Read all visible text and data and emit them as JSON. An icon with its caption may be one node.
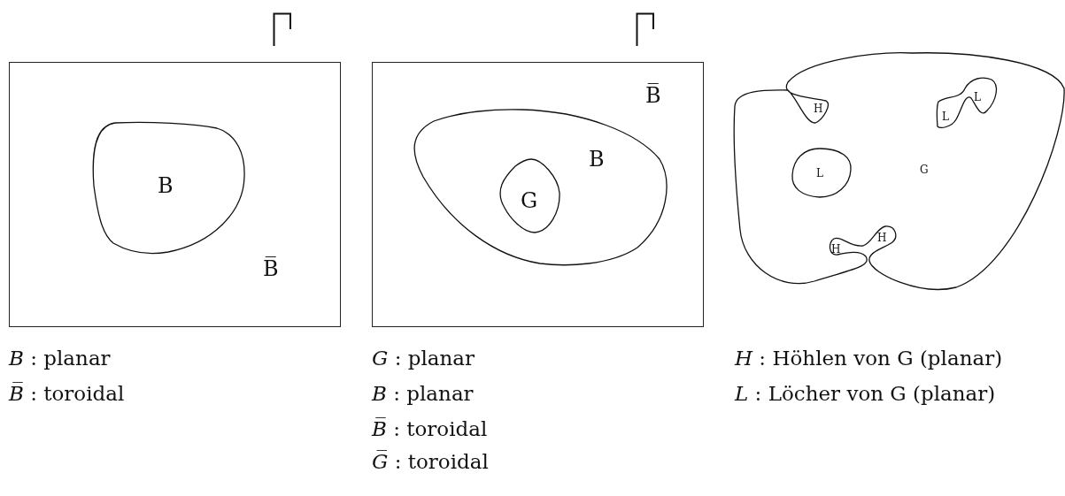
{
  "diagram": {
    "nodes": [
      {
        "text": [
          "B̅"
        ]
      },
      {
        "text": [
          "B"
        ],
        "in": 0
      },
      {
        "text": [
          "B̅"
        ]
      },
      {
        "text": [
          "B"
        ],
        "in": 2
      },
      {
        "text": [
          "G"
        ],
        "in": 3
      },
      {
        "text": [
          "G"
        ]
      },
      {
        "text": [
          "H"
        ],
        "in": 5
      },
      {
        "text": [
          "L"
        ],
        "in": 5
      },
      {
        "text": [
          "L",
          "L"
        ],
        "in": 5
      },
      {
        "text": [
          "H"
        ],
        "in": 5
      },
      {
        "text": [
          "H"
        ],
        "in": 5
      }
    ],
    "labels": [
      "*B* : planar",
      "*B̅* : toroidal",
      "*G* : planar",
      "*B* : planar",
      "*B̅* : toroidal",
      "*G̅* : toroidal",
      "*H* : Höhlen von G (planar)",
      "*L* : Löcher von G (planar)"
    ]
  }
}
